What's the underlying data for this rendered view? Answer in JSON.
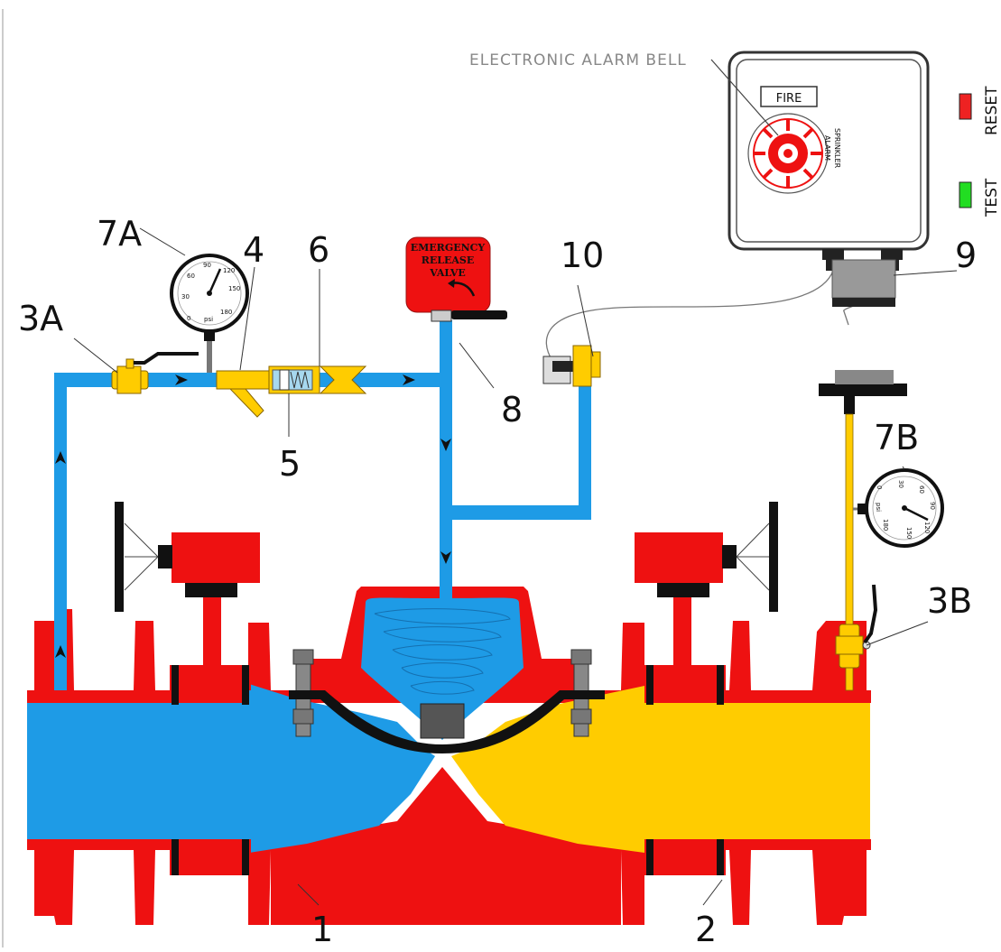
{
  "labels": {
    "alarm_bell": "ELECTRONIC ALARM BELL",
    "reset": "RESET",
    "test": "TEST",
    "fire": "FIRE",
    "sprinkler_line1": "SPRINKLER",
    "sprinkler_line2": "ALARM",
    "erv_line1": "EMERGENCY",
    "erv_line2": "RELEASE",
    "erv_line3": "VALVE",
    "gauge_unit": "psi"
  },
  "callouts": {
    "c1": "1",
    "c2": "2",
    "c3a": "3A",
    "c3b": "3B",
    "c4": "4",
    "c5": "5",
    "c6": "6",
    "c7a": "7A",
    "c7b": "7B",
    "c8": "8",
    "c9": "9",
    "c10": "10"
  },
  "gauge_ticks": [
    "0",
    "30",
    "60",
    "90",
    "120",
    "150",
    "180"
  ],
  "colors": {
    "inlet_blue": "#1e9be6",
    "outlet_yellow": "#ffcc00",
    "valve_red": "#ee1111",
    "dark": "#222222",
    "grey": "#888888",
    "reset_red": "#ee2222",
    "test_green": "#22dd22"
  }
}
